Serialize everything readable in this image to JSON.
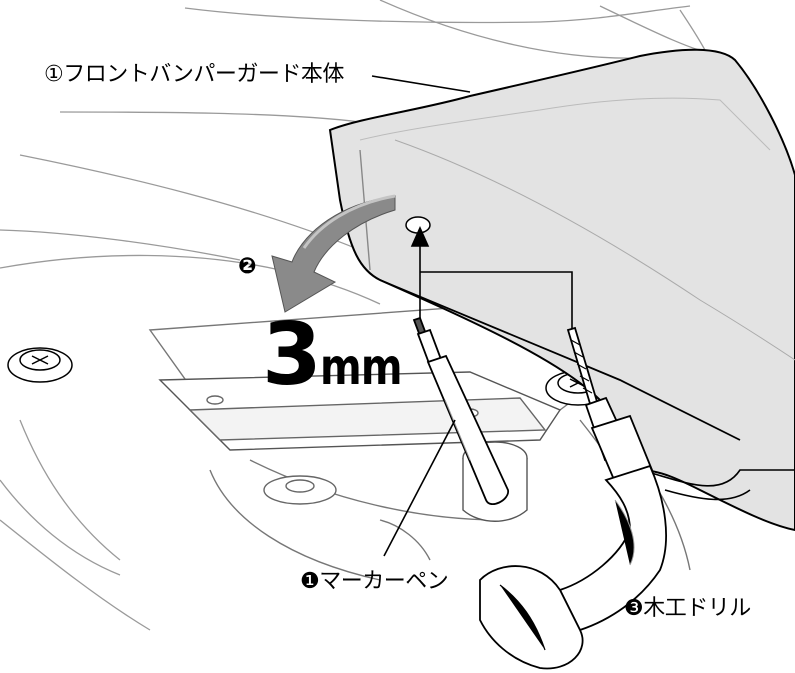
{
  "labels": {
    "bumper_guard": "①フロントバンパーガード本体",
    "step2": "❷",
    "dimension_value": "3",
    "dimension_unit": "mm",
    "marker_pen": "❶マーカーペン",
    "wood_drill": "❸木工ドリル"
  },
  "colors": {
    "guard_fill": "#e3e3e3",
    "arrow_fill": "#8a8a8a",
    "line": "#000000",
    "faint_line": "#9a9a9a"
  }
}
